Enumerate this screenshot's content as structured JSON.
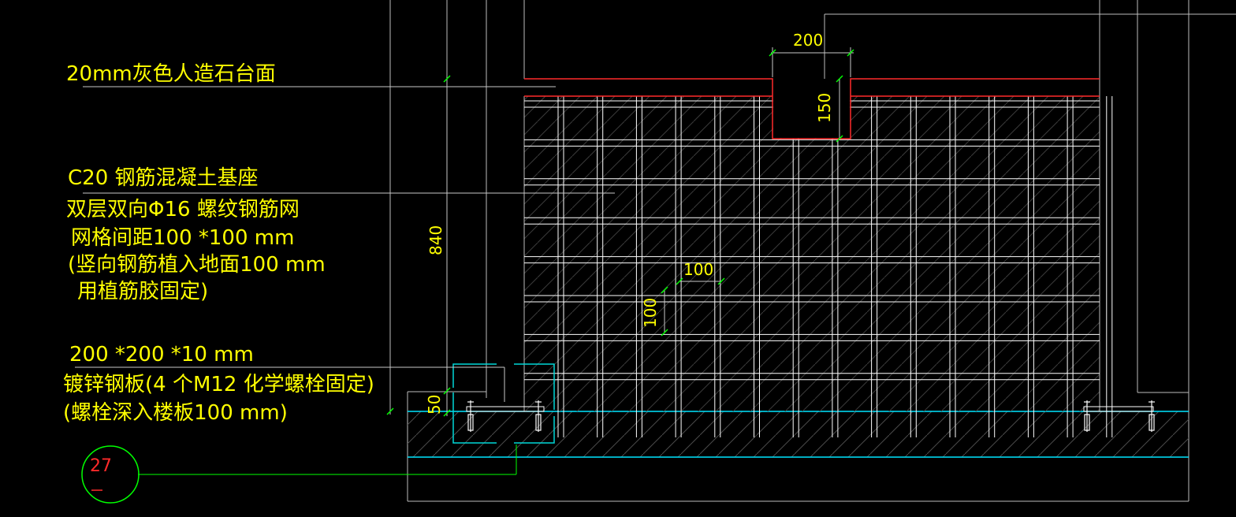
{
  "annotations": {
    "countertop": "20mm灰色人造石台面",
    "base": "C20 钢筋混凝土基座",
    "rebar_line1": "双层双向Φ16 螺纹钢筋网",
    "rebar_line2": "网格间距100 *100 mm",
    "rebar_line3": "(竖向钢筋植入地面100 mm",
    "rebar_line4": "用植筋胶固定)",
    "plate_line1": "200 *200 *10 mm",
    "plate_line2": "镀锌钢板(4 个M12 化学螺栓固定)",
    "plate_line3": "(螺栓深入楼板100 mm)"
  },
  "dimensions": {
    "notch_width": "200",
    "notch_depth": "150",
    "total_height": "840",
    "grid_h": "100",
    "grid_v": "100",
    "plate_thickness": "50"
  },
  "detail_tag": {
    "number": "27"
  },
  "colors": {
    "background": "#000000",
    "text": "#ffff00",
    "outline": "#ff2a2a",
    "rebar": "#ffffff",
    "leader": "#c8c8c8",
    "floor": "#00e5ff",
    "plate_outline": "#00d7d7",
    "tag_circle": "#00ff00",
    "dim_tick": "#00ff00"
  }
}
